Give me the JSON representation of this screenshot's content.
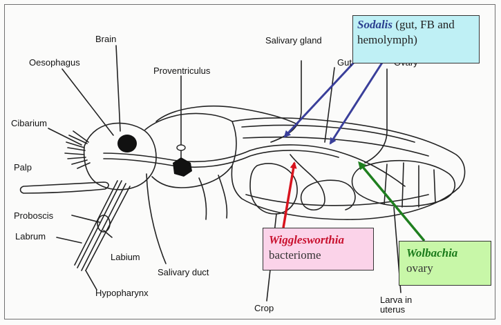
{
  "labels": {
    "brain": "Brain",
    "oesophagus": "Oesophagus",
    "proventriculus": "Proventriculus",
    "salivary_gland": "Salivary gland",
    "gut": "Gut",
    "ovary": "Ovary",
    "cibarium": "Cibarium",
    "palp": "Palp",
    "proboscis": "Proboscis",
    "labrum": "Labrum",
    "labium": "Labium",
    "salivary_duct": "Salivary duct",
    "hypopharynx": "Hypopharynx",
    "crop": "Crop",
    "larva_in_uterus": "Larva in uterus"
  },
  "callouts": {
    "sodalis": {
      "name": "Sodalis",
      "detail": " (gut, FB and hemolymph)",
      "color": "#bff0f5",
      "arrow_color": "#3a3f9a"
    },
    "wigglesworthia": {
      "name": "Wigglesworthia",
      "detail": "bacteriome",
      "color": "#fbd3e9",
      "arrow_color": "#d8141e"
    },
    "wolbachia": {
      "name": "Wolbachia",
      "detail": "ovary",
      "color": "#c8f7a8",
      "arrow_color": "#1f7f1f"
    }
  }
}
